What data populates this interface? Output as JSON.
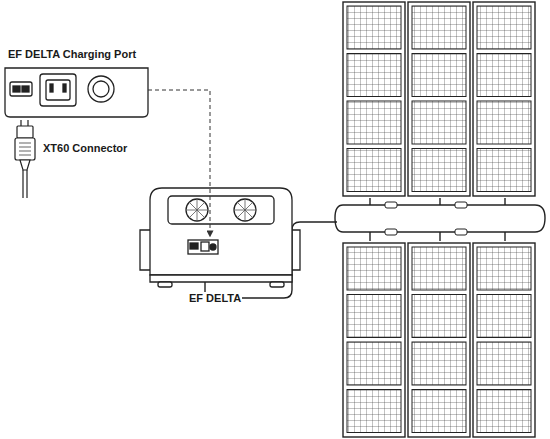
{
  "diagram": {
    "labels": [
      "EF DELTA Charging Port",
      "XT60 Connector",
      "EF DELTA"
    ]
  }
}
